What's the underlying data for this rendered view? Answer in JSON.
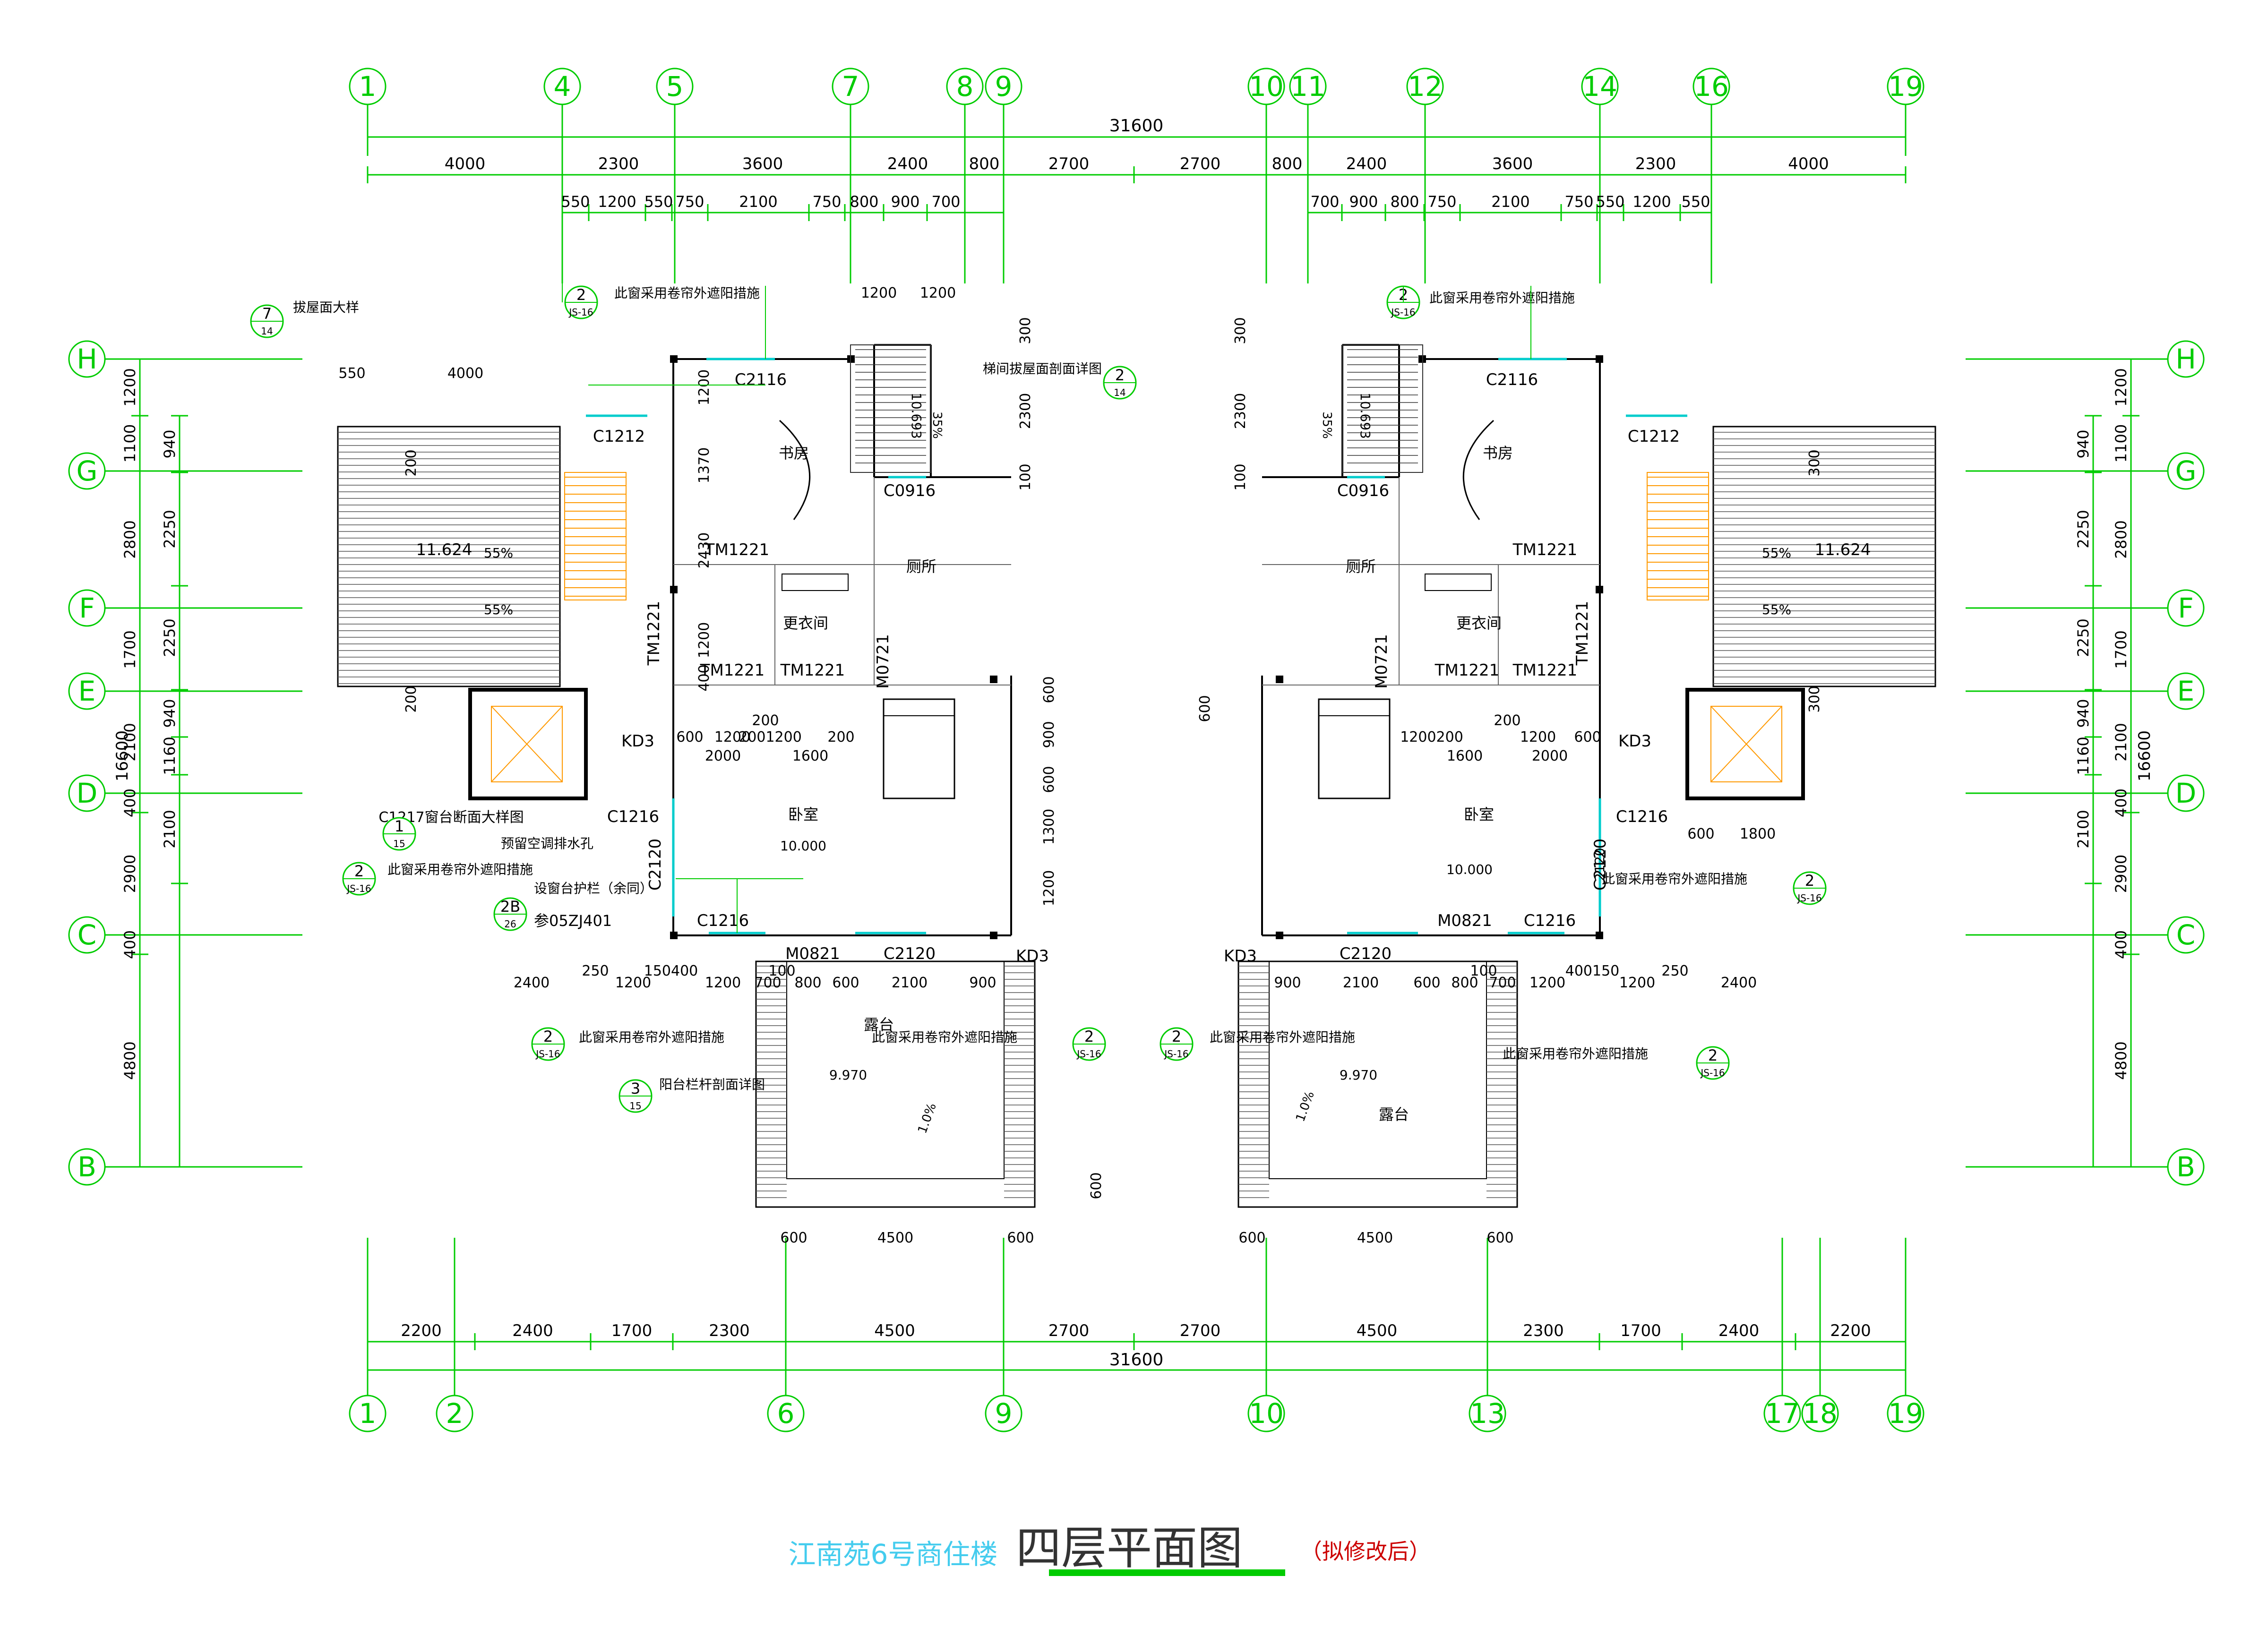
{
  "colors": {
    "dim": "#00cc00",
    "wall": "#000000",
    "window": "#00cccc",
    "text": "#000000",
    "title": "#44ccee",
    "note": "#cc0000",
    "stair": "#ff9900"
  },
  "title": {
    "project": "江南苑6号商住楼",
    "drawing": "四层平面图",
    "note": "（拟修改后）"
  },
  "axes_top": [
    "1",
    "4",
    "5",
    "7",
    "8",
    "9",
    "10",
    "11",
    "12",
    "14",
    "16",
    "19"
  ],
  "axes_bottom": [
    "1",
    "2",
    "6",
    "9",
    "10",
    "13",
    "17",
    "18",
    "19"
  ],
  "axes_left": [
    "H",
    "G",
    "F",
    "E",
    "D",
    "C",
    "B"
  ],
  "axes_right": [
    "H",
    "G",
    "F",
    "E",
    "D",
    "C",
    "B"
  ],
  "dims_top_total": "31600",
  "dims_top_row1": [
    "4000",
    "2300",
    "3600",
    "2400",
    "800",
    "2700",
    "2700",
    "800",
    "2400",
    "3600",
    "2300",
    "4000"
  ],
  "dims_top_row2_left": [
    "550",
    "1200",
    "550",
    "750",
    "2100",
    "750",
    "800",
    "900",
    "700"
  ],
  "dims_top_row2_right": [
    "700",
    "900",
    "800",
    "750",
    "2100",
    "750",
    "550",
    "1200",
    "550"
  ],
  "dims_bottom_total": "31600",
  "dims_bottom_row": [
    "2200",
    "2400",
    "1700",
    "2300",
    "4500",
    "2700",
    "2700",
    "4500",
    "2300",
    "1700",
    "2400",
    "2200"
  ],
  "dims_side_total": "16600",
  "dims_side_outer": [
    "1200",
    "1100",
    "2800",
    "1700",
    "2100",
    "400",
    "2900",
    "400",
    "4800"
  ],
  "dims_side_inner": [
    "940",
    "2250",
    "2250",
    "940",
    "1160",
    "2100"
  ],
  "rooms": {
    "study": "书房",
    "toilet": "厕所",
    "closet": "更衣间",
    "bedroom": "卧室",
    "terrace": "露台"
  },
  "labels": {
    "C2116": "C2116",
    "C1212": "C1212",
    "C0916": "C0916",
    "TM1221": "TM1221",
    "M0721": "M0721",
    "KD3": "KD3",
    "C1216": "C1216",
    "C2120": "C2120",
    "M0821": "M0821",
    "C1217": "C1217窗台断面大样图",
    "elev1": "11.624",
    "elev2": "10.000",
    "elev3": "9.970",
    "elev4": "10.693",
    "slope55": "55%",
    "slope35": "35%",
    "slope1": "1.0%",
    "n_shade": "此窗采用卷帘外遮阳措施",
    "n_roof": "拔屋面大样",
    "n_stair": "梯间拔屋面剖面详图",
    "n_drain": "预留空调排水孔",
    "n_guard": "设窗台护栏（余同）",
    "n_ref": "参05ZJ401",
    "n_rail": "阳台栏杆剖面详图",
    "ref_2": "2",
    "ref_js16": "JS-16",
    "ref_7": "7",
    "ref_14": "14",
    "ref_1": "1",
    "ref_15": "15",
    "ref_3": "3",
    "ref_2b": "2B",
    "ref_26": "26",
    "d_550": "550",
    "d_4000": "4000",
    "d_200": "200",
    "d_1200": "1200",
    "d_1370": "1370",
    "d_2430": "2430",
    "d_400": "400",
    "d_600": "600",
    "d_2000": "2000",
    "d_1600": "1600",
    "d_900": "900",
    "d_1300": "1300",
    "d_300": "300",
    "d_2300": "2300",
    "d_100": "100",
    "d_1800": "1800",
    "d_4500": "4500",
    "d_2400": "2400",
    "d_250": "250",
    "d_150400": "150400",
    "d_700": "700",
    "d_800": "800",
    "d_2100": "2100",
    "d_400150": "400150",
    "d_2120": "2120",
    "d_1200200": "1200200",
    "d_2001200": "2001200"
  }
}
